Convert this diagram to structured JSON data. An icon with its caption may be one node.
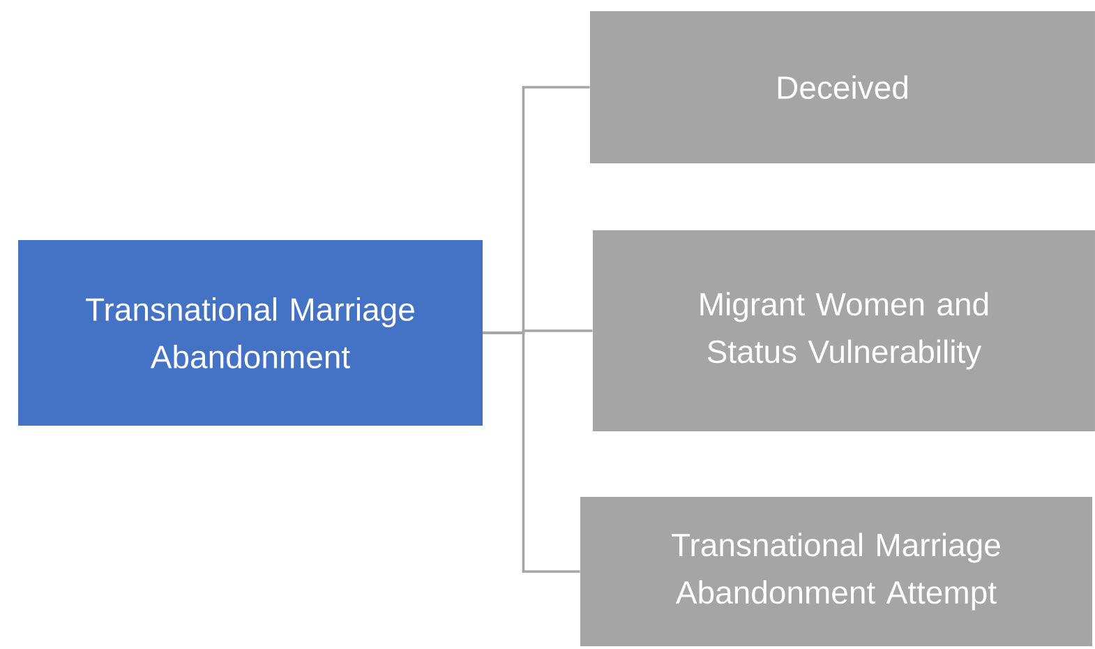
{
  "diagram": {
    "nodes": [
      {
        "text": [
          "Transnational Marriage Abandonment"
        ]
      },
      {
        "text": [
          "Deceived"
        ]
      },
      {
        "text": [
          "Migrant Women and Status Vulnerability"
        ]
      },
      {
        "text": [
          "Transnational Marriage Abandonment Attempt"
        ]
      }
    ],
    "edges": [
      {
        "from": 0,
        "to": 1,
        "arrow": "none"
      },
      {
        "from": 0,
        "to": 2,
        "arrow": "none"
      },
      {
        "from": 0,
        "to": 3,
        "arrow": "none"
      }
    ]
  }
}
